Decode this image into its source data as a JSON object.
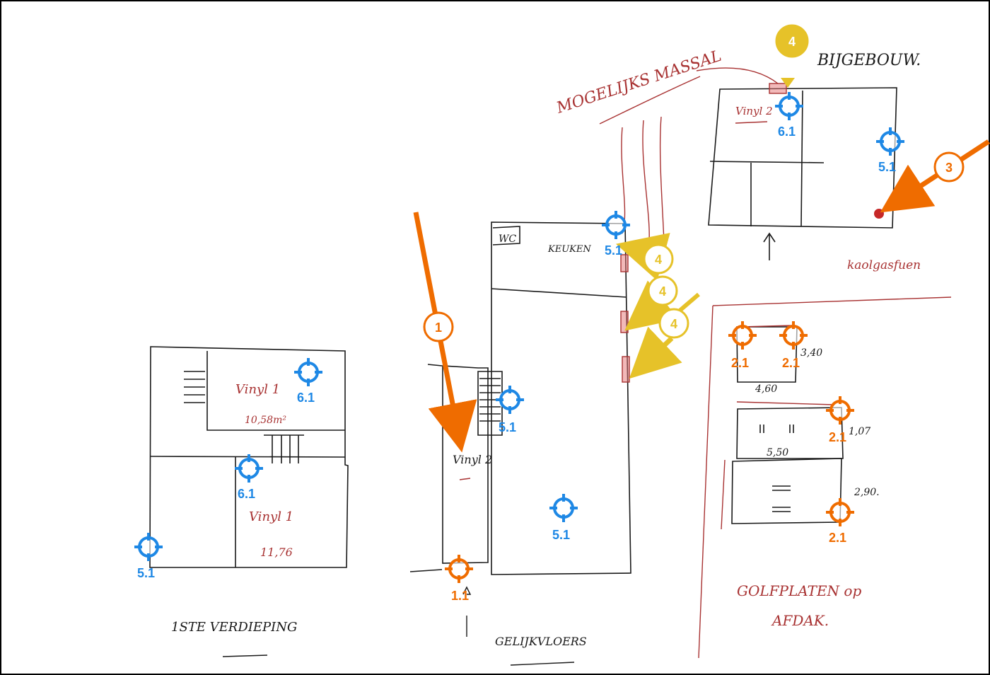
{
  "colors": {
    "ink": "#1a1a1a",
    "red_ink": "#a83232",
    "blue_marker": "#1e88e5",
    "orange_marker": "#ef6c00",
    "yellow_marker": "#e6c229"
  },
  "handwritten": {
    "mogelijks": "MOGELIJKS MASSAL",
    "bijgebouw": "BIJGEBOUW.",
    "wc": "WC",
    "keuken": "KEUKEN",
    "vinyl1_top": "Vinyl 1",
    "vinyl1_top_area": "10,58m²",
    "vinyl1_bottom": "Vinyl 1",
    "vinyl1_bottom_area": "11,76",
    "vinyl2_ground": "Vinyl 2",
    "vinyl2_annex": "Vinyl 2",
    "dim_340": "3,40",
    "dim_460": "4,60",
    "dim_107": "1,07",
    "dim_550": "5,50",
    "dim_290": "2,90.",
    "golfplaten_1": "GOLFPLATEN op",
    "golfplaten_2": "AFDAK.",
    "verdieping": "1STE VERDIEPING",
    "gelijkvloers": "GELIJKVLOERS",
    "kolfsmoer": "kaolgasfuen"
  },
  "markers": {
    "blue_labels": [
      "6.1",
      "5.1",
      "5.1",
      "5.1",
      "5.1",
      "6.1",
      "5.1",
      "6.1"
    ],
    "orange_labels": [
      "1.1",
      "2.1",
      "2.1",
      "2.1",
      "2.1"
    ],
    "callouts": [
      "1",
      "3",
      "4",
      "4",
      "4",
      "4"
    ]
  }
}
